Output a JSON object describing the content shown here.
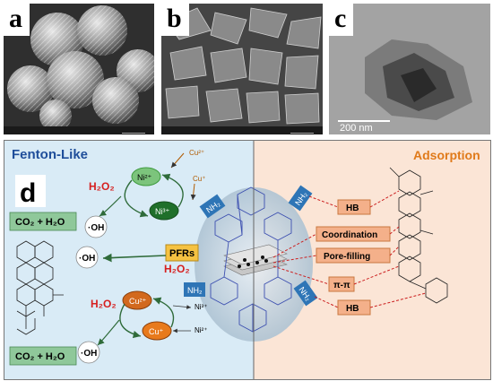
{
  "panels": {
    "a": {
      "label": "a"
    },
    "b": {
      "label": "b"
    },
    "c": {
      "label": "c",
      "scale": "200 nm"
    },
    "d": {
      "label": "d",
      "left_title": "Fenton-Like",
      "right_title": "Adsorption",
      "co2_top": "CO₂ + H₂O",
      "co2_bottom": "CO₂ + H₂O",
      "h2o2_top": "H₂O₂",
      "h2o2_mid": "H₂O₂",
      "h2o2_bottom": "H₂O₂",
      "oh": "·OH",
      "pfrs": "PFRs",
      "ni2": "Ni²⁺",
      "ni3": "Ni³⁺",
      "cu2": "Cu²⁺",
      "cu1": "Cu⁺",
      "nh2": "NH₂",
      "adsorption_labels": [
        "HB",
        "Coordination",
        "Pore-filling",
        "π-π",
        "HB"
      ]
    }
  },
  "colors": {
    "left_bg": "#d9ebf6",
    "right_bg": "#fbe5d6",
    "left_title": "#1f4e9a",
    "right_title": "#e07a1a",
    "green_box": "#8fc89a",
    "pfrs_box": "#f5c242",
    "nh2_box": "#2e75b6",
    "salmon_box": "#f4b08a",
    "ni_green": "#3e9a3e",
    "cu_orange": "#d2691e"
  }
}
